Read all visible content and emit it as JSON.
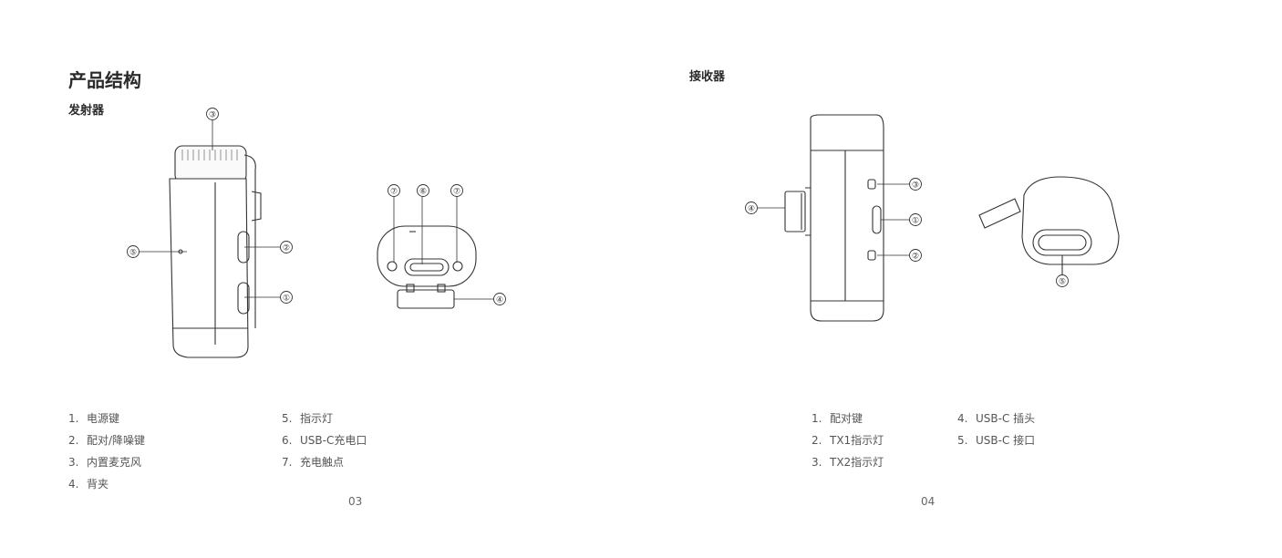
{
  "left_page": {
    "title": "产品结构",
    "subtitle": "发射器",
    "parts_col1": [
      {
        "num": "1.",
        "label": "电源键"
      },
      {
        "num": "2.",
        "label": "配对/降噪键"
      },
      {
        "num": "3.",
        "label": "内置麦克风"
      },
      {
        "num": "4.",
        "label": "背夹"
      }
    ],
    "parts_col2": [
      {
        "num": "5.",
        "label": "指示灯"
      },
      {
        "num": "6.",
        "label": "USB-C充电口"
      },
      {
        "num": "7.",
        "label": "充电触点"
      }
    ],
    "callouts": [
      "①",
      "②",
      "③",
      "④",
      "⑤",
      "⑥",
      "⑦"
    ],
    "page_number": "03"
  },
  "right_page": {
    "subtitle": "接收器",
    "parts_col1": [
      {
        "num": "1.",
        "label": "配对键"
      },
      {
        "num": "2.",
        "label": "TX1指示灯"
      },
      {
        "num": "3.",
        "label": "TX2指示灯"
      }
    ],
    "parts_col2": [
      {
        "num": "4.",
        "label": "USB-C 插头"
      },
      {
        "num": "5.",
        "label": "USB-C 接口"
      }
    ],
    "callouts": [
      "①",
      "②",
      "③",
      "④",
      "⑤"
    ],
    "page_number": "04"
  }
}
